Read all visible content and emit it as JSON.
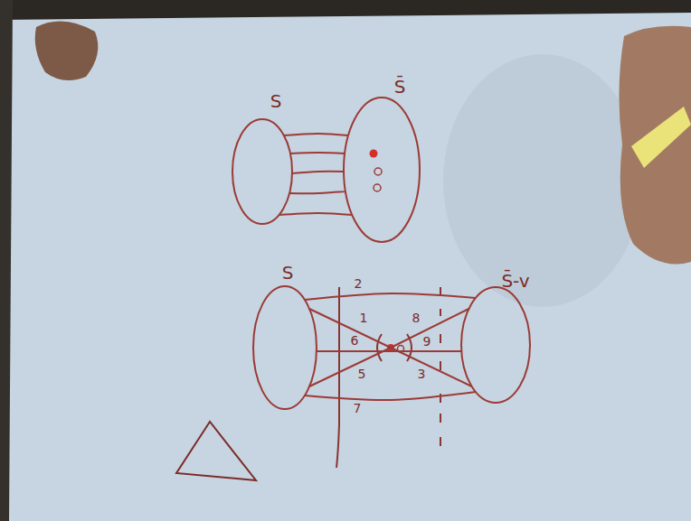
{
  "diagram": {
    "nodes": [
      {
        "text": [
          "S"
        ]
      },
      {
        "text": [
          "S̄"
        ]
      },
      {
        "text": [
          "S"
        ]
      },
      {
        "text": [
          "S̄-v"
        ]
      }
    ],
    "edges": [
      {
        "from": 0,
        "to": 1,
        "arrow": "none"
      },
      {
        "from": 0,
        "to": 1,
        "arrow": "none"
      },
      {
        "from": 0,
        "to": 1,
        "arrow": "none"
      },
      {
        "from": 0,
        "to": 1,
        "arrow": "none"
      },
      {
        "from": 0,
        "to": 1,
        "arrow": "none"
      },
      {
        "from": 2,
        "to": 3,
        "arrow": "none"
      },
      {
        "from": 2,
        "to": 3,
        "arrow": "none"
      },
      {
        "from": 2,
        "to": 3,
        "arrow": "none"
      },
      {
        "from": 2,
        "to": 3,
        "arrow": "none"
      },
      {
        "from": 2,
        "to": 3,
        "arrow": "none"
      }
    ],
    "labels": [
      "2",
      "1",
      "8",
      "6",
      "9",
      "5",
      "3",
      "7"
    ]
  }
}
